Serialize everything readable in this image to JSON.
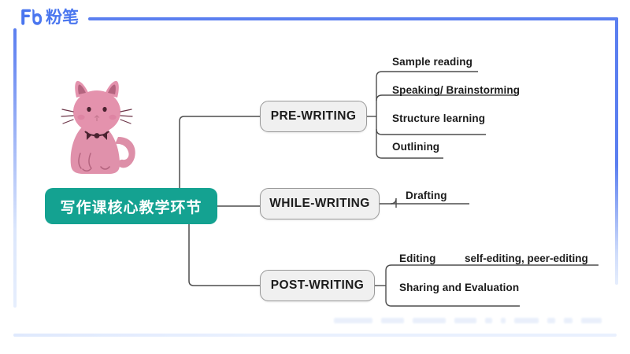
{
  "brand": {
    "logo_icon": "fenbi-logo-icon",
    "name": "粉笔",
    "color": "#4a76ef"
  },
  "decor": {
    "cat_icon": "pink-cat-illustration",
    "frame_color": "#5b7ff0"
  },
  "mindmap": {
    "center": {
      "label": "写作课核心教学环节",
      "color": "#14a291",
      "text_color": "#ffffff"
    },
    "branches": [
      {
        "id": "pre-writing",
        "label": "PRE-WRITING",
        "leaves": [
          {
            "label": "Sample reading"
          },
          {
            "label": "Speaking/ Brainstorming"
          },
          {
            "label": "Structure learning"
          },
          {
            "label": "Outlining"
          }
        ]
      },
      {
        "id": "while-writing",
        "label": "WHILE-WRITING",
        "leaves": [
          {
            "label": "Drafting"
          }
        ]
      },
      {
        "id": "post-writing",
        "label": "POST-WRITING",
        "leaves": [
          {
            "label": "Editing",
            "note": "self-editing, peer-editing"
          },
          {
            "label": "Sharing and Evaluation"
          }
        ]
      }
    ]
  }
}
